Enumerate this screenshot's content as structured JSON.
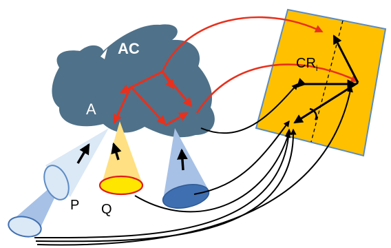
{
  "labels": {
    "ac": "AC",
    "a": "A",
    "cr_main": "CR",
    "cr_sub": "i",
    "p": "P",
    "q": "Q"
  },
  "colors": {
    "cloud": "#4f7189",
    "square": "#ffc000",
    "square_border": "#5b8bc4",
    "red_arrow": "#e8301c",
    "black_arrow": "#000000",
    "cone_light": "#dbe8f6",
    "cone_mid": "#a7c1e6",
    "cone_base_mid": "#7fa3d9",
    "cone_dark_base": "#3f6fb0",
    "cone_yellow": "#ffe082",
    "cone_yellow_base": "#ffe600",
    "cone_yellow_rim": "#e11c1c"
  }
}
